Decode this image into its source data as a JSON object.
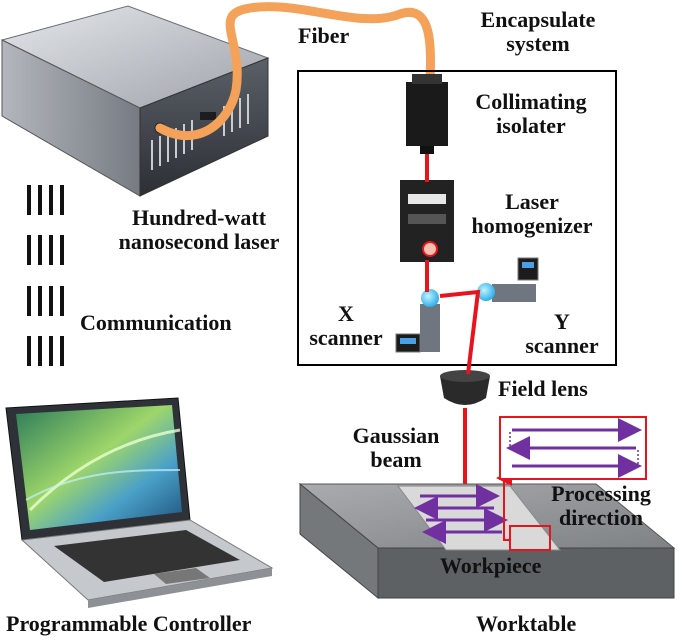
{
  "labels": {
    "fiber": "Fiber",
    "encapsulate_line1": "Encapsulate",
    "encapsulate_line2": "system",
    "collimating_line1": "Collimating",
    "collimating_line2": "isolater",
    "laser_source_line1": "Hundred-watt",
    "laser_source_line2": "nanosecond laser",
    "homogenizer_line1": "Laser",
    "homogenizer_line2": "homogenizer",
    "communication": "Communication",
    "x_scanner_line1": "X",
    "x_scanner_line2": "scanner",
    "y_scanner_line1": "Y",
    "y_scanner_line2": "scanner",
    "field_lens": "Field lens",
    "gaussian_line1": "Gaussian",
    "gaussian_line2": "beam",
    "processing_line1": "Processing",
    "processing_line2": "direction",
    "workpiece": "Workpiece",
    "controller": "Programmable Controller",
    "worktable": "Worktable"
  },
  "colors": {
    "fiber": "#f4a259",
    "beam": "#e8141c",
    "scan_path": "#7030a0",
    "highlight_box": "#e8141c",
    "frame": "#000000"
  }
}
